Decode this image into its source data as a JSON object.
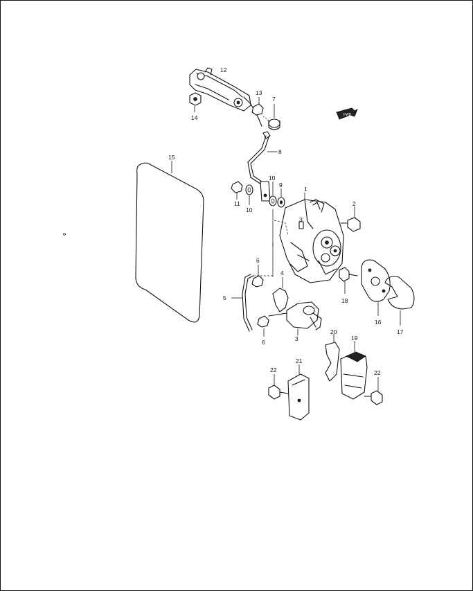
{
  "diagram": {
    "direction_badge": "FWD",
    "callouts": [
      {
        "id": "c1",
        "text": "1"
      },
      {
        "id": "c2",
        "text": "2"
      },
      {
        "id": "c3",
        "text": "3"
      },
      {
        "id": "c3b",
        "text": "3"
      },
      {
        "id": "c4",
        "text": "4"
      },
      {
        "id": "c5",
        "text": "5"
      },
      {
        "id": "c6a",
        "text": "6"
      },
      {
        "id": "c6b",
        "text": "6"
      },
      {
        "id": "c7",
        "text": "7"
      },
      {
        "id": "c8",
        "text": "8"
      },
      {
        "id": "c9",
        "text": "9"
      },
      {
        "id": "c10a",
        "text": "10"
      },
      {
        "id": "c10b",
        "text": "10"
      },
      {
        "id": "c11",
        "text": "11"
      },
      {
        "id": "c12",
        "text": "12"
      },
      {
        "id": "c13",
        "text": "13"
      },
      {
        "id": "c14",
        "text": "14"
      },
      {
        "id": "c15",
        "text": "15"
      },
      {
        "id": "c16",
        "text": "16"
      },
      {
        "id": "c17",
        "text": "17"
      },
      {
        "id": "c18",
        "text": "18"
      },
      {
        "id": "c19",
        "text": "19"
      },
      {
        "id": "c20",
        "text": "20"
      },
      {
        "id": "c21",
        "text": "21"
      },
      {
        "id": "c22a",
        "text": "22"
      },
      {
        "id": "c22b",
        "text": "22"
      }
    ]
  }
}
